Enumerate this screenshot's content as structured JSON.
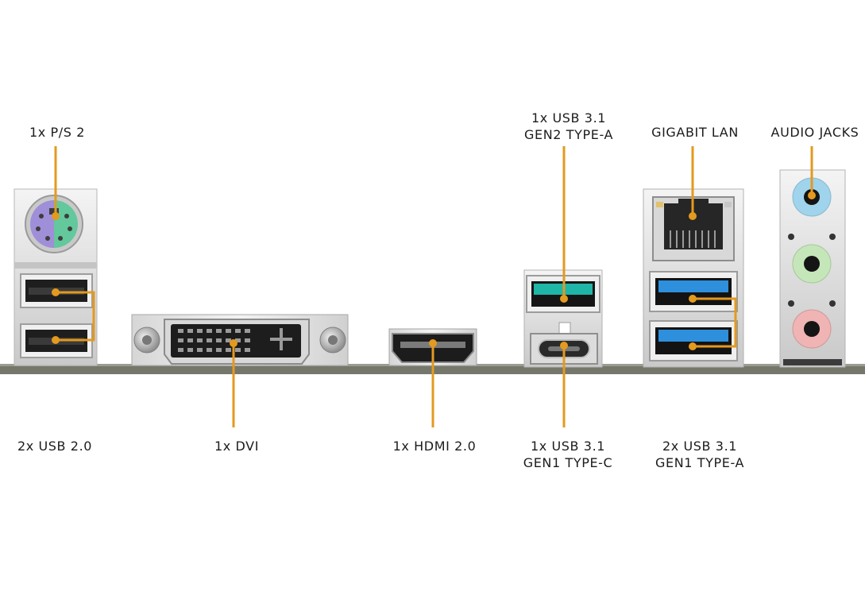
{
  "colors": {
    "leader": "#e39a1f",
    "metal": "#e4e4e4",
    "metal_dark": "#a9a9a9",
    "board": "#7b7d70",
    "usb3_blue": "#2e8fdc",
    "usb_gen2_teal": "#1fb6a8",
    "ps2_purple": "#9f8ed8",
    "ps2_green": "#63c89c",
    "audio_blue": "#9fd4ec",
    "audio_green": "#c5e6b9",
    "audio_pink": "#f0b4b4"
  },
  "labels": {
    "ps2": "1x P/S 2",
    "usb20": "2x USB 2.0",
    "dvi": "1x DVI",
    "hdmi": "1x HDMI 2.0",
    "usb31_gen2_line1": "1x USB 3.1",
    "usb31_gen2_line2": "GEN2 TYPE-A",
    "usb31_typec_line1": "1x USB 3.1",
    "usb31_typec_line2": "GEN1 TYPE-C",
    "lan": "GIGABIT LAN",
    "usb31_gen1_line1": "2x USB 3.1",
    "usb31_gen1_line2": "GEN1 TYPE-A",
    "audio": "AUDIO JACKS"
  },
  "icons": [
    "ps2-port-icon",
    "usb-port-icon",
    "dvi-port-icon",
    "hdmi-port-icon",
    "usb-c-port-icon",
    "rj45-port-icon",
    "audio-jack-icon",
    "screw-icon"
  ]
}
